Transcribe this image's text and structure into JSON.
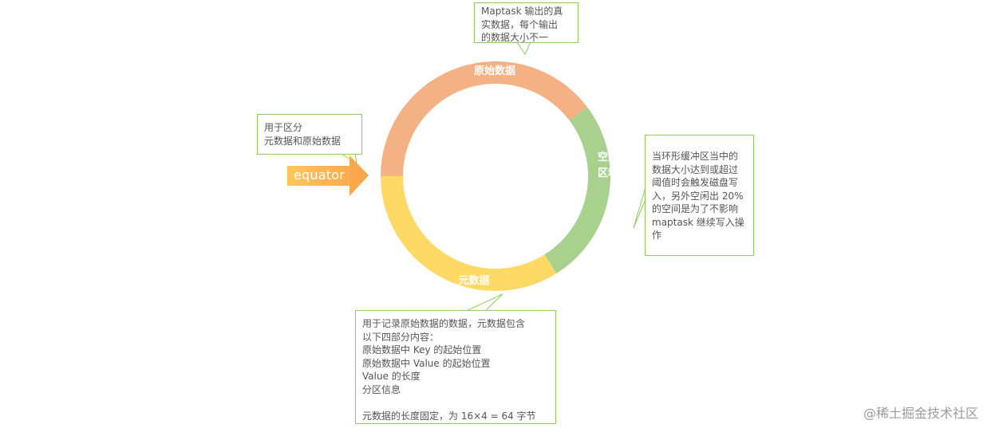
{
  "ring": {
    "segments": [
      {
        "key": "raw",
        "label": "原始数据",
        "color": "#f4b183"
      },
      {
        "key": "idle",
        "label": "空闲区域",
        "color": "#a9d18e"
      },
      {
        "key": "meta",
        "label": "元数据",
        "color": "#ffd966"
      }
    ],
    "labels": {
      "raw": "原始数据",
      "idle_line1": "空闲",
      "idle_line2": "区域",
      "meta": "元数据"
    }
  },
  "arrow": {
    "label": "equator",
    "color_start": "#ffc65c",
    "color_end": "#f8a34b"
  },
  "callouts": {
    "top": "Maptask 输出的真\n实数据，每个输出\n的数据大小不一",
    "left": "用于区分\n元数据和原始数据",
    "right": "当环形缓冲区当中的\n数据大小达到或超过\n阈值时会触发磁盘写\n入，另外空闲出 20%\n的空间是为了不影响\nmaptask 继续写入操\n作",
    "bottom": "用于记录原始数据的数据，元数据包含\n以下四部分内容：\n原始数据中 Key 的起始位置\n原始数据中 Value 的起始位置\nValue 的长度\n分区信息\n\n元数据的长度固定，为 16×4 = 64 字节"
  },
  "watermark": "@稀土掘金技术社区",
  "colors": {
    "callout_border": "#8fcf5a",
    "text": "#555555"
  }
}
